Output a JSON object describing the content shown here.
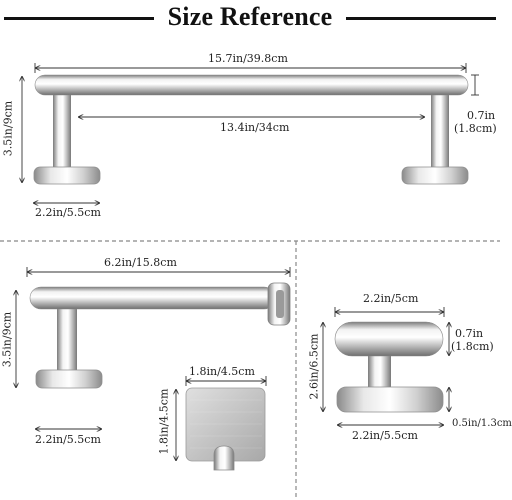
{
  "title": "Size Reference",
  "towel_bar": {
    "overall_length": "15.7in/39.8cm",
    "inner_length": "13.4in/34cm",
    "height": "3.5in/9cm",
    "bar_diameter_in": "0.7in",
    "bar_diameter_cm": "(1.8cm)",
    "base_diameter": "2.2in/5.5cm"
  },
  "paper_holder": {
    "length": "6.2in/15.8cm",
    "height": "3.5in/9cm",
    "base_diameter": "2.2in/5.5cm"
  },
  "adhesive_hook": {
    "width": "1.8in/4.5cm",
    "height": "1.8in/4.5cm"
  },
  "robe_hook": {
    "width": "2.2in/5cm",
    "height": "2.6in/6.5cm",
    "bar_diameter_in": "0.7in",
    "bar_diameter_cm": "(1.8cm)",
    "base_thickness": "0.5in/1.3cm",
    "base_diameter": "2.2in/5.5cm"
  },
  "colors": {
    "metal_light": "#f4f4f4",
    "metal_mid": "#c9c9c9",
    "metal_dark": "#8a8a8a",
    "dimension_line": "#333333",
    "divider": "#888888"
  }
}
